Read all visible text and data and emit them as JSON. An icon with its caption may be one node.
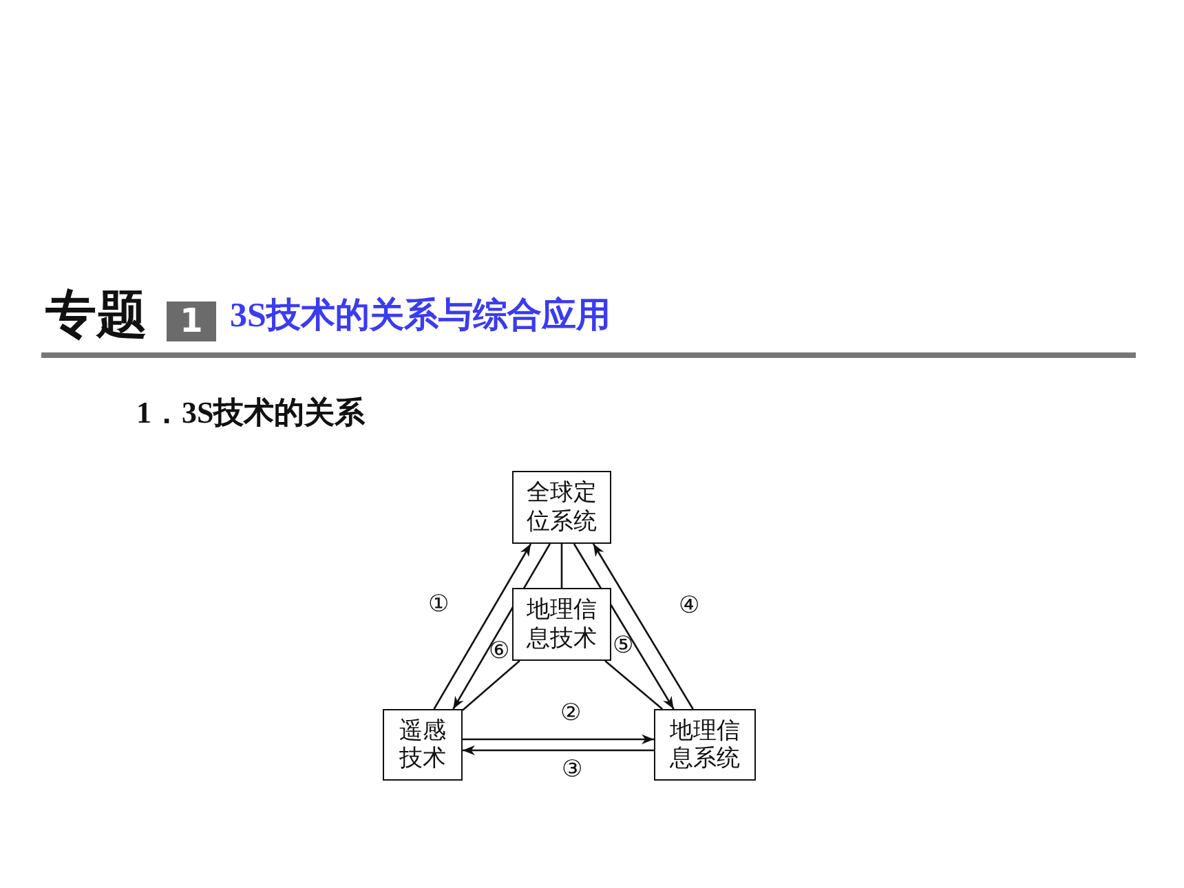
{
  "diagram": {
    "title": "3S技术的关系与综合应用",
    "nodes": [
      {
        "text": [
          "全球定位系统"
        ]
      },
      {
        "text": [
          "地理信息技术"
        ]
      },
      {
        "text": [
          "遥感技术"
        ]
      },
      {
        "text": [
          "地理信息系统"
        ]
      }
    ],
    "edges": [
      {
        "from": 2,
        "to": 0,
        "arrow": "to",
        "label": "①"
      },
      {
        "from": 0,
        "to": 2,
        "arrow": "to",
        "label": "⑥"
      },
      {
        "from": 3,
        "to": 0,
        "arrow": "to",
        "label": "④"
      },
      {
        "from": 0,
        "to": 3,
        "arrow": "to",
        "label": "⑤"
      },
      {
        "from": 2,
        "to": 3,
        "arrow": "to",
        "label": "②"
      },
      {
        "from": 3,
        "to": 2,
        "arrow": "to",
        "label": "③"
      },
      {
        "from": 0,
        "to": 1,
        "arrow": "none"
      },
      {
        "from": 1,
        "to": 2,
        "arrow": "none"
      },
      {
        "from": 1,
        "to": 3,
        "arrow": "none"
      }
    ],
    "labels": [
      "专题",
      "1",
      "1．3S技术的关系"
    ]
  }
}
